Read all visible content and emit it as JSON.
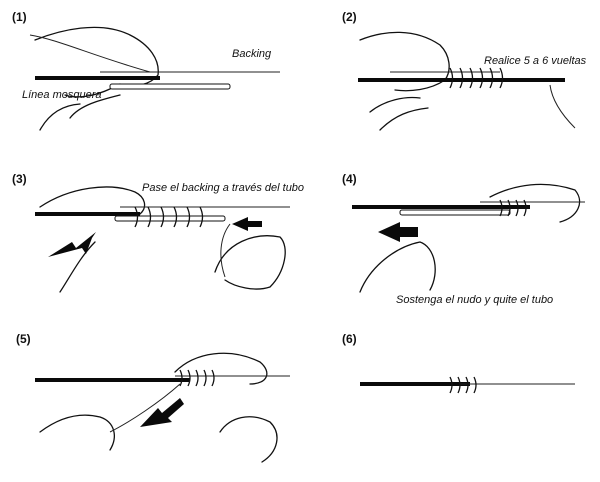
{
  "panels": [
    {
      "number": "(1)",
      "labels": [
        "Backing",
        "Línea mosquera"
      ]
    },
    {
      "number": "(2)",
      "labels": [
        "Realice 5 a 6 vueltas"
      ]
    },
    {
      "number": "(3)",
      "labels": [
        "Pase el backing a través del tubo"
      ]
    },
    {
      "number": "(4)",
      "labels": [
        "Sostenga el nudo y quite el tubo"
      ]
    },
    {
      "number": "(5)",
      "labels": []
    },
    {
      "number": "(6)",
      "labels": []
    }
  ],
  "icons": [
    "hand-illustration",
    "arrow-left-icon",
    "arrow-down-left-icon"
  ],
  "colors": {
    "line": "#0a0a0a",
    "background": "#ffffff"
  }
}
